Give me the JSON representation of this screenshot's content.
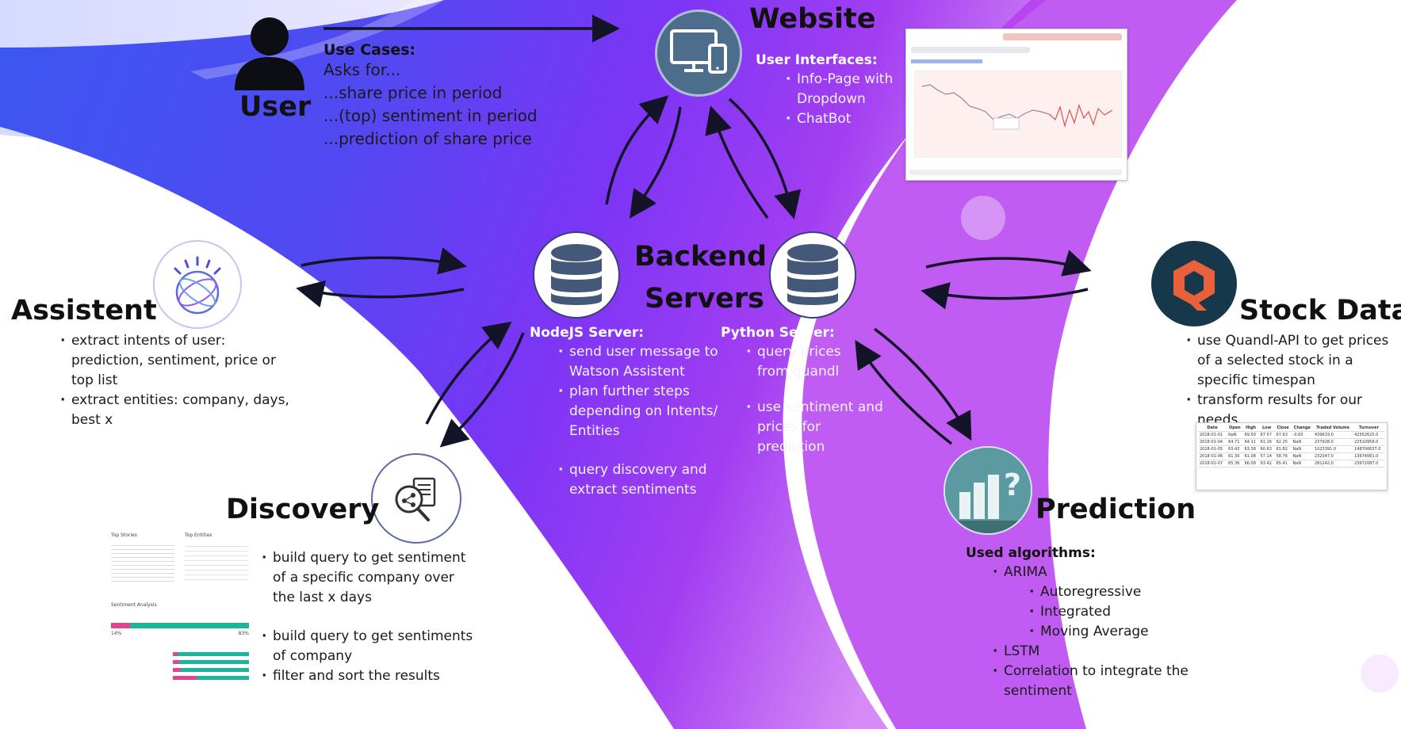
{
  "user": {
    "title": "User",
    "use_cases_heading": "Use Cases:",
    "use_cases": [
      "Asks for...",
      "...share price in period",
      "...(top) sentiment in period",
      "...prediction of share price"
    ]
  },
  "website": {
    "title": "Website",
    "ui_heading": "User Interfaces:",
    "ui_items": [
      "Info-Page with Dropdown",
      "ChatBot"
    ]
  },
  "backend": {
    "title_line1": "Backend",
    "title_line2": "Servers",
    "node_heading": "NodeJS Server:",
    "node_items": [
      "send user message to Watson Assistent",
      "plan further steps depending on Intents/ Entities",
      "query discovery and extract sentiments"
    ],
    "python_heading": "Python Server:",
    "python_items": [
      "query prices from quandl",
      "use sentiment and prices for prediction"
    ]
  },
  "assistent": {
    "title": "Assistent",
    "items": [
      "extract intents of user: prediction, sentiment, price or top list",
      "extract entities: company, days, best x"
    ]
  },
  "stock": {
    "title": "Stock Data",
    "items": [
      "use Quandl-API to get prices of a selected stock in a specific timespan",
      "transform results for our needs"
    ],
    "table_headers": [
      "Date",
      "Open",
      "High",
      "Low",
      "Close",
      "Change",
      "Traded Volume",
      "Turnover"
    ],
    "table_rows": [
      [
        "2018-01-01",
        "NaN",
        "69.50",
        "67.57",
        "67.63",
        "-0.63",
        "439633.0",
        "42552625.0"
      ],
      [
        "2018-01-04",
        "64.71",
        "64.11",
        "61.16",
        "62.25",
        "NaN",
        "237928.0",
        "22510958.0"
      ],
      [
        "2018-01-05",
        "63.42",
        "63.38",
        "60.63",
        "61.82",
        "NaN",
        "1023391.0",
        "148700637.0"
      ],
      [
        "2018-01-06",
        "61.30",
        "61.08",
        "57.14",
        "58.76",
        "NaN",
        "232047.0",
        "13674061.0"
      ],
      [
        "2018-01-07",
        "65.36",
        "66.08",
        "63.42",
        "65.41",
        "NaN",
        "281242.0",
        "23672087.0"
      ]
    ]
  },
  "discovery": {
    "title": "Discovery",
    "items": [
      "build query to get sentiment of a specific company over the last x days",
      "build query to get sentiments of company",
      "filter and sort the results"
    ],
    "shot": {
      "top_stories": "Top Stories",
      "top_entities": "Top Entities",
      "sentiment_analysis": "Sentiment Analysis",
      "pct_left": "14%",
      "pct_right": "83%"
    }
  },
  "prediction": {
    "title": "Prediction",
    "heading": "Used algorithms:",
    "arima": "ARIMA",
    "arima_parts": [
      "Autoregressive",
      "Integrated",
      "Moving Average"
    ],
    "others": [
      "LSTM",
      "Correlation to integrate the sentiment"
    ]
  },
  "colors": {
    "purple": "#7b2ff7",
    "blue": "#3f52e8",
    "violet": "#b93df0",
    "quandl_orange": "#e8603c",
    "quandl_dark": "#17384a",
    "watson_ring": "#8a5cf6"
  }
}
